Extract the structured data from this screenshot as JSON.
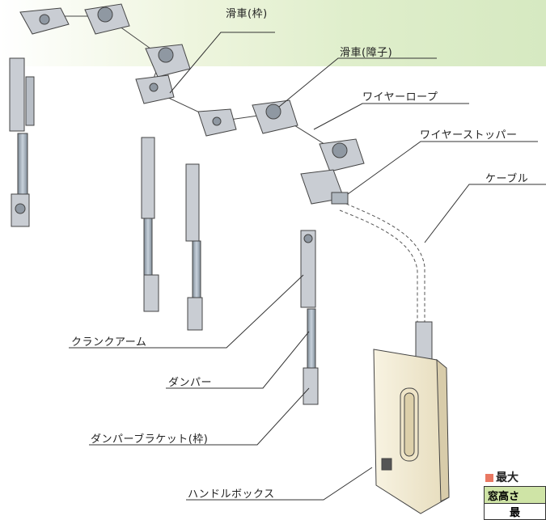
{
  "labels": {
    "pulley_frame": "滑車(枠)",
    "pulley_sash": "滑車(障子)",
    "wire_rope": "ワイヤーロープ",
    "wire_stopper": "ワイヤーストッパー",
    "cable": "ケーブル",
    "crank_arm": "クランクアーム",
    "damper": "ダンパー",
    "damper_bracket": "ダンパーブラケット(枠)",
    "handle_box": "ハンドルボックス"
  },
  "table": {
    "title": "最大",
    "header": "窓高さ",
    "sub": "最"
  },
  "colors": {
    "band": "#dfeecb",
    "table_header": "#cfe4a6",
    "title_square": "#e97862",
    "handle_box": "#f2ead2",
    "part_metal": "#c9cdd3",
    "rod": "#9aa7b3"
  }
}
